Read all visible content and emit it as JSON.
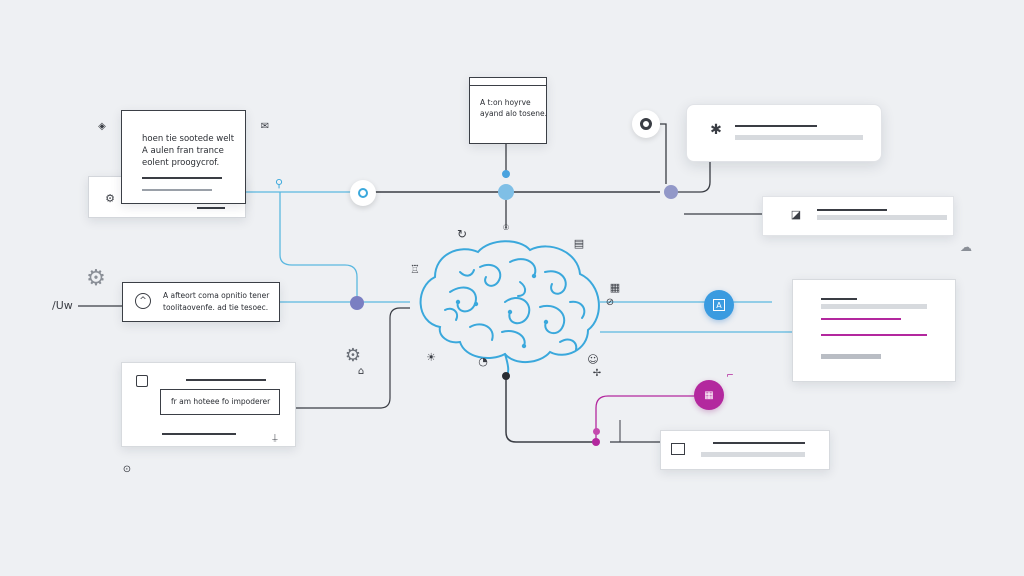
{
  "colors": {
    "background": "#eef0f3",
    "line_blue": "#5bb8e0",
    "line_dark": "#3a3d44",
    "node_blue": "#4aa3df",
    "node_purple": "#7a7fc2",
    "accent_magenta": "#b3289e",
    "brain": "#3aa8dc"
  },
  "cards": {
    "top_center": {
      "line1": "A t:on hoyrve",
      "line2": "ayand alo tosene."
    },
    "top_left": {
      "line1": "hoen tie sootede welt",
      "line2": "A aulen fran trance",
      "line3": "eolent proogycrof."
    },
    "mid_left": {
      "line1": "A afteort coma opnitio tener",
      "line2": "toolitaovenfe. ad tie tesoec."
    },
    "bottom_left": {
      "line1": "fr am hoteee fo impoderer"
    }
  },
  "labels": {
    "far_left": "/Uw"
  },
  "icons": {
    "mid_left_card": "chevron-up-icon",
    "center_node": "square-a-icon",
    "magenta_node": "calendar-icon",
    "top_right_card": "sparkle-icon",
    "mid_right_card": "chart-icon",
    "bottom_right_card": "table-icon"
  }
}
